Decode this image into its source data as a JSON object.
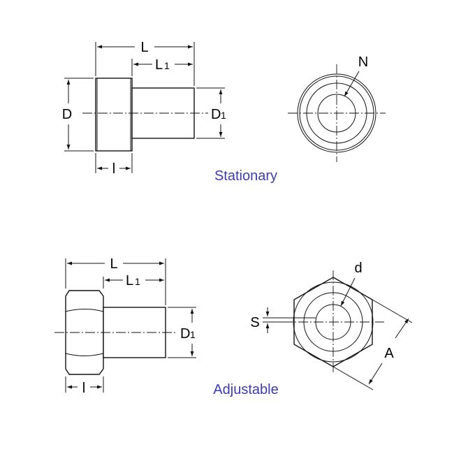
{
  "colors": {
    "caption": "#3b3bb3",
    "line": "#111111",
    "background": "#ffffff"
  },
  "stationary": {
    "caption": "Stationary",
    "labels": {
      "L": "L",
      "L1_main": "L",
      "L1_sub": "1",
      "D": "D",
      "D1_main": "D",
      "D1_sub": "1",
      "l": "l",
      "N": "N"
    }
  },
  "adjustable": {
    "caption": "Adjustable",
    "labels": {
      "L": "L",
      "L1_main": "L",
      "L1_sub": "1",
      "D1_main": "D",
      "D1_sub": "1",
      "l": "l",
      "d": "d",
      "S": "S",
      "A": "A"
    }
  }
}
